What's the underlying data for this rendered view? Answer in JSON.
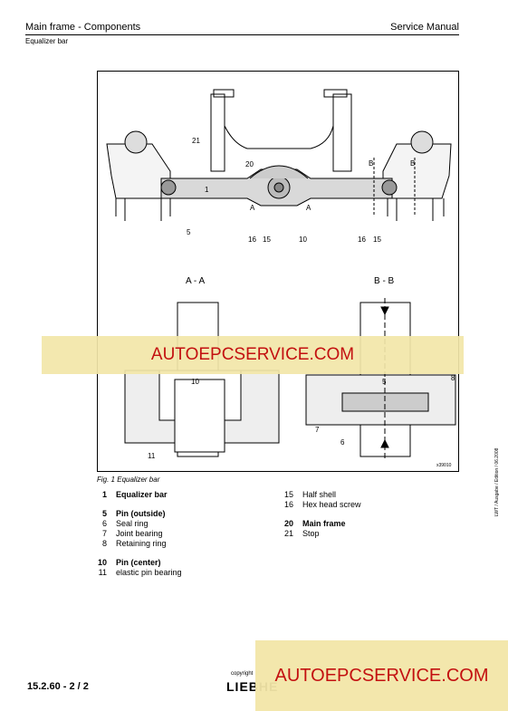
{
  "header": {
    "section_title": "Main frame - Components",
    "manual": "Service Manual",
    "subtitle": "Equalizer bar"
  },
  "figure": {
    "callouts": {
      "c21": "21",
      "c20": "20",
      "c1": "1",
      "c5": "5",
      "c16a": "16",
      "c15a": "15",
      "c10": "10",
      "c16b": "16",
      "c15b": "15",
      "cAa": "A",
      "cAb": "A",
      "cBa": "B",
      "cBb": "B"
    },
    "section_aa": "A - A",
    "section_bb": "B - B",
    "sec_callouts": {
      "s10": "10",
      "s11": "11",
      "s5": "5",
      "s8": "8",
      "s7": "7",
      "s6": "6"
    },
    "drawing_id": "x39010"
  },
  "caption": "Fig. 1  Equalizer bar",
  "legend_left": [
    {
      "num": "1",
      "label": "Equalizer bar",
      "bold": true
    },
    {
      "num": "5",
      "label": "Pin (outside)",
      "bold": true
    },
    {
      "num": "6",
      "label": "Seal ring",
      "bold": false
    },
    {
      "num": "7",
      "label": "Joint bearing",
      "bold": false
    },
    {
      "num": "8",
      "label": "Retaining ring",
      "bold": false
    },
    {
      "num": "10",
      "label": "Pin (center)",
      "bold": true
    },
    {
      "num": "11",
      "label": "elastic pin bearing",
      "bold": false
    }
  ],
  "legend_right": [
    {
      "num": "15",
      "label": "Half shell",
      "bold": false
    },
    {
      "num": "16",
      "label": "Hex head screw",
      "bold": false
    },
    {
      "num": "20",
      "label": "Main frame",
      "bold": true
    },
    {
      "num": "21",
      "label": "Stop",
      "bold": false
    }
  ],
  "side_note": "LWT / Ausgabe / Edition / 06.2008",
  "footer": {
    "page": "15.2.60 - 2 / 2",
    "copyright": "copyright",
    "brand": "LIEBHE"
  },
  "watermark": {
    "text1": "AUTOEPCSERVICE.COM",
    "text2": "AUTOEPCSERVICE.COM",
    "color": "#c31010"
  }
}
